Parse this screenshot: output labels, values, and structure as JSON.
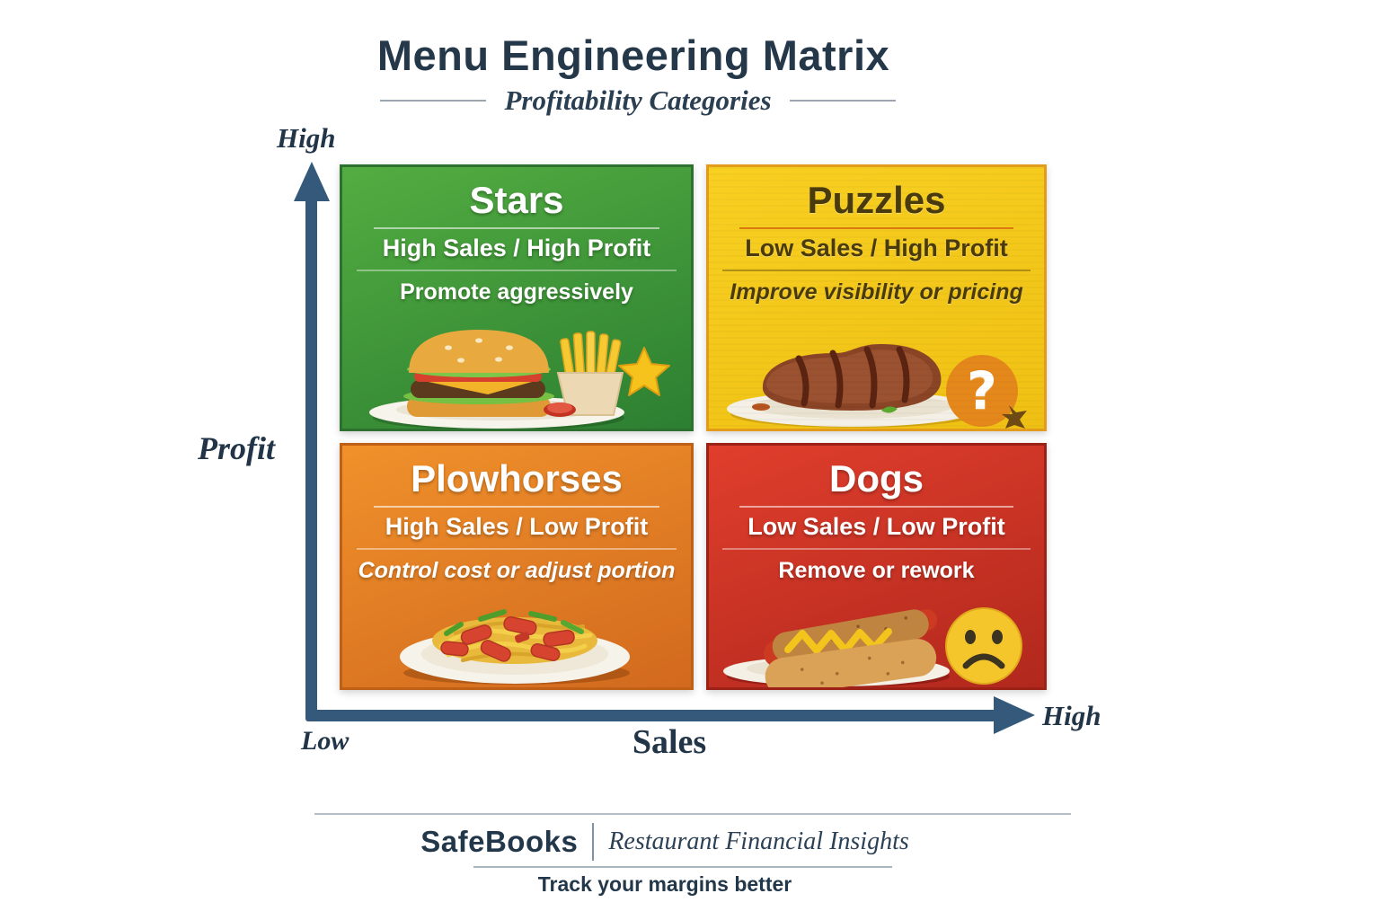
{
  "header": {
    "title": "Menu Engineering Matrix",
    "subtitle": "Profitability Categories",
    "title_color": "#24384a"
  },
  "axes": {
    "color": "#35597a",
    "y": {
      "label": "Profit",
      "top_label": "High"
    },
    "x": {
      "label": "Sales",
      "left_label": "Low",
      "right_label": "High"
    }
  },
  "quadrants": {
    "stars": {
      "title": "Stars",
      "metric": "High Sales / High Profit",
      "action": "Promote aggressively",
      "icon": "burger-fries-star-illustration",
      "colors": {
        "bg_top": "#53ad41",
        "bg_bottom": "#2c7f31",
        "border": "#2e7030",
        "text": "#ffffff"
      }
    },
    "puzzles": {
      "title": "Puzzles",
      "metric": "Low Sales / High Profit",
      "action": "Improve visibility or pricing",
      "icon": "steak-question-illustration",
      "colors": {
        "bg_top": "#f8d022",
        "bg_bottom": "#efc013",
        "border": "#e39b1b",
        "text": "#4a3b0e"
      }
    },
    "plowhorses": {
      "title": "Plowhorses",
      "metric": "High Sales / Low Profit",
      "action": "Control cost or adjust portion",
      "icon": "pasta-plate-illustration",
      "colors": {
        "bg_top": "#f0912b",
        "bg_bottom": "#d2691e",
        "border": "#c05f16",
        "text": "#ffffff"
      }
    },
    "dogs": {
      "title": "Dogs",
      "metric": "Low Sales / Low Profit",
      "action": "Remove or rework",
      "icon": "hotdog-sadface-illustration",
      "colors": {
        "bg_top": "#e03e2c",
        "bg_bottom": "#b1281d",
        "border": "#9c2218",
        "text": "#ffffff"
      }
    }
  },
  "footer": {
    "brand": "SafeBooks",
    "tagline": "Restaurant Financial Insights",
    "slogan": "Track your margins better",
    "text_color": "#22384a"
  }
}
